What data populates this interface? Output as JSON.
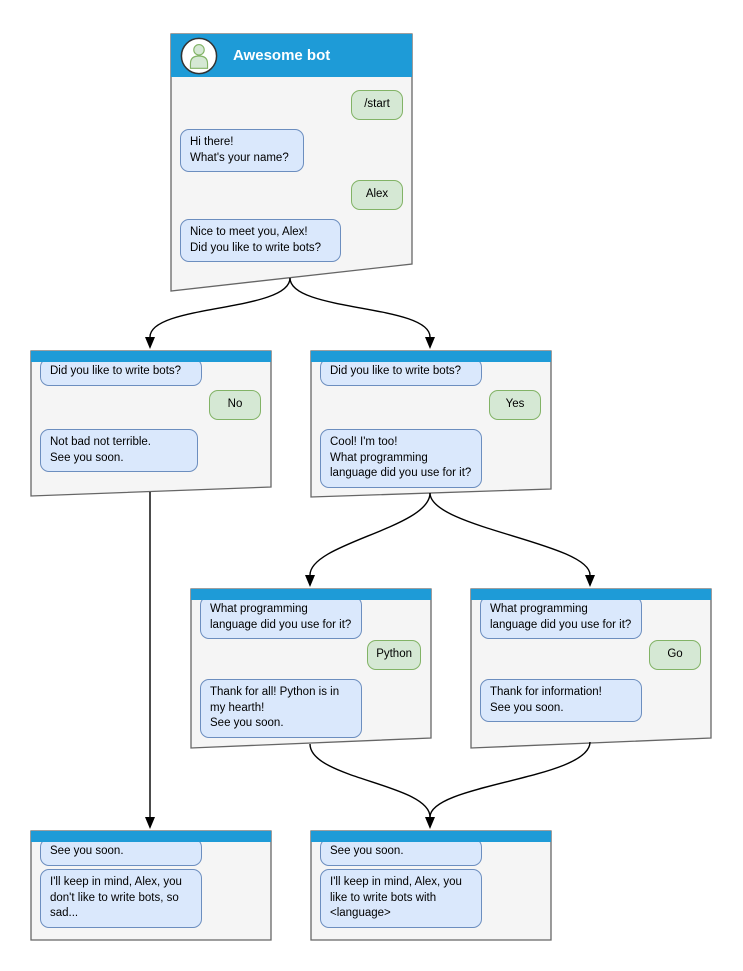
{
  "colors": {
    "header_blue": "#1e9bd7",
    "window_bg": "#f5f5f5",
    "window_border": "#666666",
    "bot_bubble_bg": "#dae8fc",
    "bot_bubble_border": "#6c8ebf",
    "user_bubble_bg": "#d5e8d4",
    "user_bubble_border": "#82b366",
    "arrow": "#000000"
  },
  "nodes": [
    {
      "id": "main",
      "title": "Awesome bot",
      "messages": [
        {
          "from": "user",
          "text": "/start"
        },
        {
          "from": "bot",
          "text": "Hi there!\nWhat's your name?"
        },
        {
          "from": "user",
          "text": "Alex"
        },
        {
          "from": "bot",
          "text": "Nice to meet you, Alex!\nDid you like to write bots?"
        }
      ]
    },
    {
      "id": "branch-no",
      "messages": [
        {
          "from": "bot",
          "text": "Did you like to write bots?"
        },
        {
          "from": "user",
          "text": "No"
        },
        {
          "from": "bot",
          "text": "Not bad not terrible.\nSee you soon."
        }
      ]
    },
    {
      "id": "branch-yes",
      "messages": [
        {
          "from": "bot",
          "text": "Did you like to write bots?"
        },
        {
          "from": "user",
          "text": "Yes"
        },
        {
          "from": "bot",
          "text": "Cool! I'm too!\nWhat programming\nlanguage did you use for it?"
        }
      ]
    },
    {
      "id": "lang-python",
      "messages": [
        {
          "from": "bot",
          "text": "What programming\nlanguage did you use for it?"
        },
        {
          "from": "user",
          "text": "Python"
        },
        {
          "from": "bot",
          "text": "Thank for all! Python is in\nmy hearth!\nSee you soon."
        }
      ]
    },
    {
      "id": "lang-go",
      "messages": [
        {
          "from": "bot",
          "text": "What programming\nlanguage did you use for it?"
        },
        {
          "from": "user",
          "text": "Go"
        },
        {
          "from": "bot",
          "text": "Thank for information!\nSee you soon."
        }
      ]
    },
    {
      "id": "end-no",
      "messages": [
        {
          "from": "bot",
          "text": "See you soon."
        },
        {
          "from": "bot",
          "text": "I'll keep in mind, Alex, you\ndon't like to write bots, so\nsad..."
        }
      ]
    },
    {
      "id": "end-yes",
      "messages": [
        {
          "from": "bot",
          "text": "See you soon."
        },
        {
          "from": "bot",
          "text": "I'll keep in mind, Alex, you\nlike to write bots with\n<language>"
        }
      ]
    }
  ]
}
